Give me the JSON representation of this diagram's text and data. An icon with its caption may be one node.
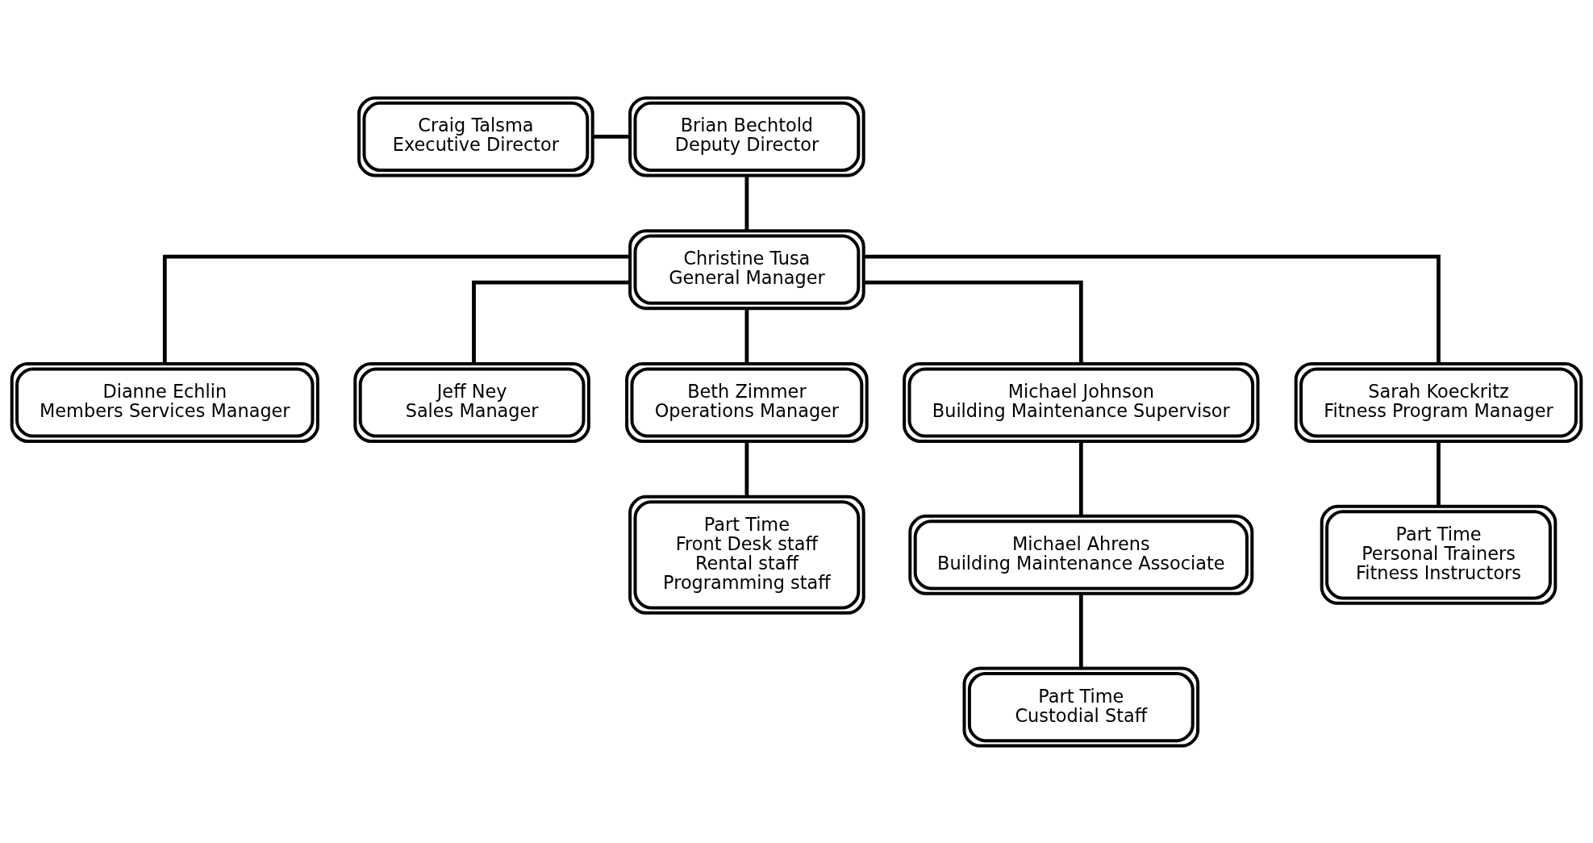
{
  "diagram": {
    "nodes": [
      {
        "text": [
          "Craig Talsma",
          "Executive Director"
        ]
      },
      {
        "text": [
          "Brian Bechtold",
          "Deputy Director"
        ]
      },
      {
        "text": [
          "Christine Tusa",
          "General Manager"
        ]
      },
      {
        "text": [
          "Dianne Echlin",
          "Members Services Manager"
        ]
      },
      {
        "text": [
          "Jeff Ney",
          "Sales Manager"
        ]
      },
      {
        "text": [
          "Beth Zimmer",
          "Operations Manager"
        ]
      },
      {
        "text": [
          "Michael Johnson",
          "Building Maintenance Supervisor"
        ]
      },
      {
        "text": [
          "Sarah Koeckritz",
          "Fitness Program Manager"
        ]
      },
      {
        "text": [
          "Part Time",
          "Front Desk staff",
          "Rental staff",
          "Programming staff"
        ]
      },
      {
        "text": [
          "Michael Ahrens",
          "Building Maintenance Associate"
        ]
      },
      {
        "text": [
          "Part Time",
          "Personal Trainers",
          "Fitness Instructors"
        ]
      },
      {
        "text": [
          "Part Time",
          "Custodial Staff"
        ]
      }
    ],
    "edges": [
      {
        "from": 0,
        "to": 1,
        "arrow": "none"
      },
      {
        "from": 1,
        "to": 2,
        "arrow": "none"
      },
      {
        "from": 2,
        "to": 3,
        "arrow": "none"
      },
      {
        "from": 2,
        "to": 4,
        "arrow": "none"
      },
      {
        "from": 2,
        "to": 5,
        "arrow": "none"
      },
      {
        "from": 2,
        "to": 6,
        "arrow": "none"
      },
      {
        "from": 2,
        "to": 7,
        "arrow": "none"
      },
      {
        "from": 5,
        "to": 8,
        "arrow": "none"
      },
      {
        "from": 6,
        "to": 9,
        "arrow": "none"
      },
      {
        "from": 7,
        "to": 10,
        "arrow": "none"
      },
      {
        "from": 9,
        "to": 11,
        "arrow": "none"
      }
    ]
  }
}
